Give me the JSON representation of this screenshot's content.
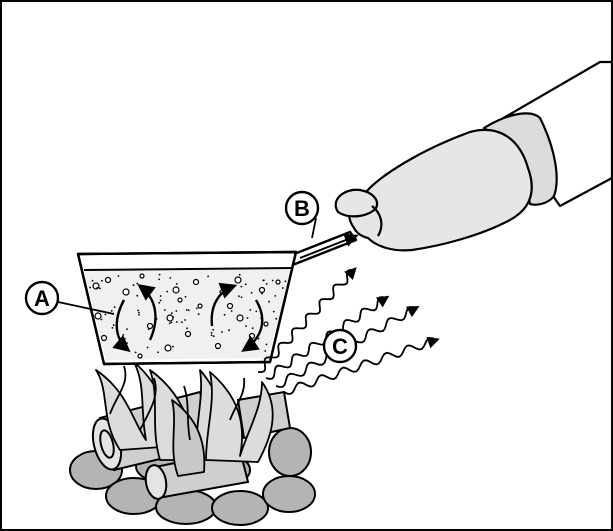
{
  "diagram": {
    "labels": {
      "a": "A",
      "b": "B",
      "c": "C"
    }
  },
  "colors": {
    "outline": "#000000",
    "water": "#f0f0f0",
    "glove": "#e6e6e6",
    "stone": "#b4b4b4",
    "stone_dark": "#8e8e8e",
    "flame": "#d8d8d8",
    "log": "#cfcfcf"
  }
}
